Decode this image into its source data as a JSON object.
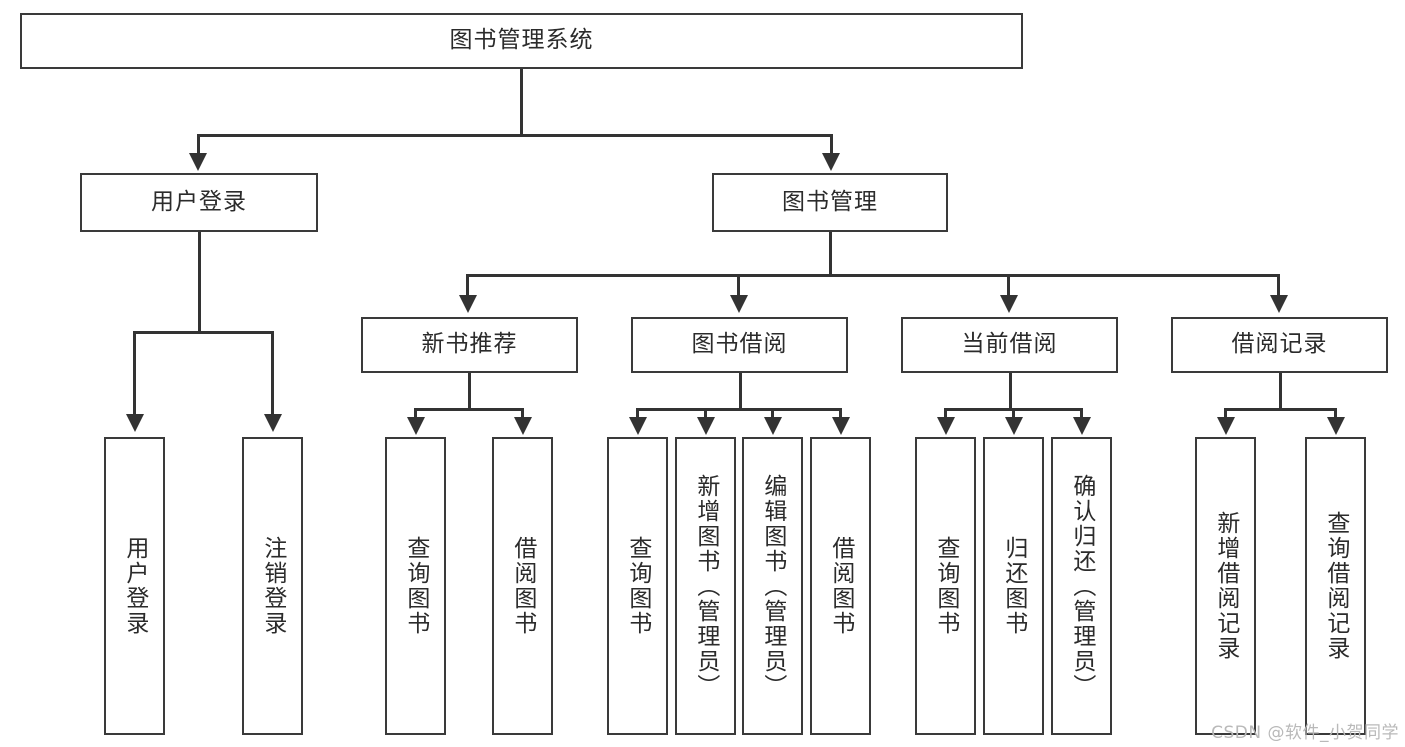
{
  "diagram": {
    "title": "图书管理系统",
    "type": "tree-hierarchy-chart",
    "root": {
      "label": "图书管理系统"
    },
    "level2": [
      {
        "label": "用户登录"
      },
      {
        "label": "图书管理"
      }
    ],
    "level3": [
      {
        "label": "新书推荐"
      },
      {
        "label": "图书借阅"
      },
      {
        "label": "当前借阅"
      },
      {
        "label": "借阅记录"
      }
    ],
    "leaves_user_login": [
      {
        "label": "用户登录"
      },
      {
        "label": "注销登录"
      }
    ],
    "leaves_new_book": [
      {
        "label": "查询图书"
      },
      {
        "label": "借阅图书"
      }
    ],
    "leaves_borrow": [
      {
        "label": "查询图书"
      },
      {
        "label": "新增图书（管理员）"
      },
      {
        "label": "编辑图书（管理员）"
      },
      {
        "label": "借阅图书"
      }
    ],
    "leaves_current": [
      {
        "label": "查询图书"
      },
      {
        "label": "归还图书"
      },
      {
        "label": "确认归还（管理员）"
      }
    ],
    "leaves_records": [
      {
        "label": "新增借阅记录"
      },
      {
        "label": "查询借阅记录"
      }
    ]
  },
  "watermark": {
    "text": "CSDN @软件_小贺同学"
  },
  "colors": {
    "box_border": "#3a3a3a",
    "line": "#333333",
    "text": "#2b2b2b",
    "background": "#ffffff",
    "watermark": "#b9b9b9"
  }
}
